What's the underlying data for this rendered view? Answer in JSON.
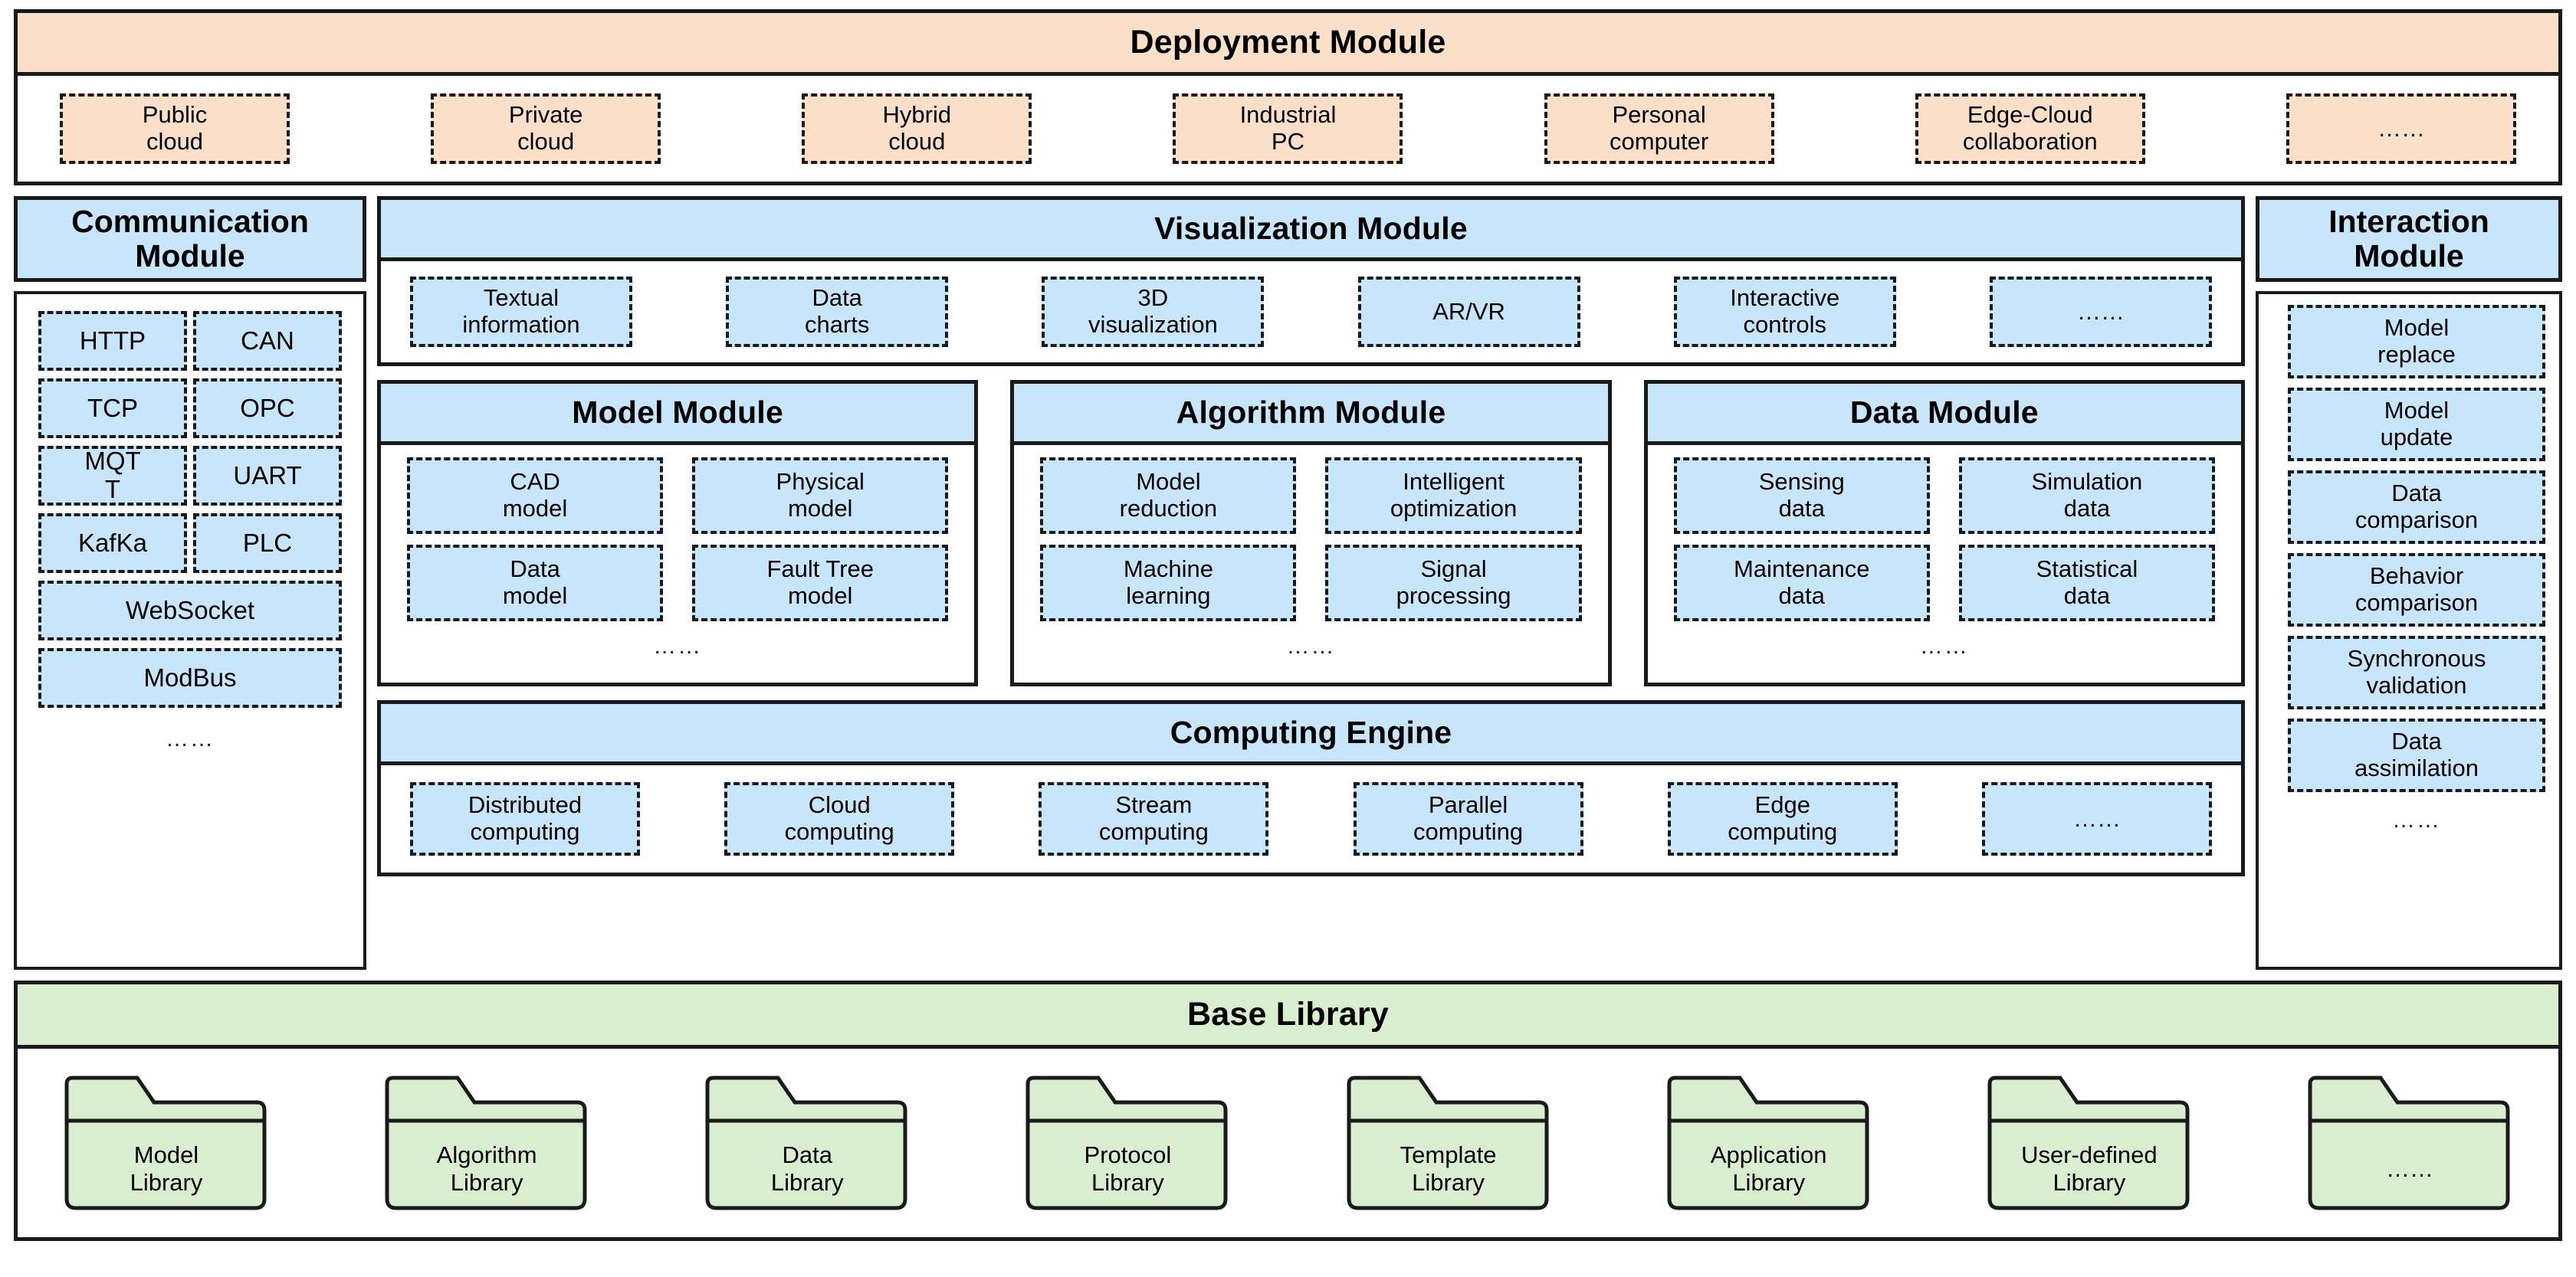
{
  "colors": {
    "peach": "#FBDFC9",
    "blue": "#C8E6FB",
    "green": "#D8EECF",
    "stroke": "#1a1a1a"
  },
  "deployment": {
    "title": "Deployment Module",
    "items": [
      "Public\ncloud",
      "Private\ncloud",
      "Hybrid\ncloud",
      "Industrial\nPC",
      "Personal\ncomputer",
      "Edge-Cloud\ncollaboration",
      "……"
    ]
  },
  "communication": {
    "title": "Communication\nModule",
    "items": [
      {
        "label": "HTTP",
        "full": false
      },
      {
        "label": "CAN",
        "full": false
      },
      {
        "label": "TCP",
        "full": false
      },
      {
        "label": "OPC",
        "full": false
      },
      {
        "label": "MQT\nT",
        "full": false
      },
      {
        "label": "UART",
        "full": false
      },
      {
        "label": "KafKa",
        "full": false
      },
      {
        "label": "PLC",
        "full": false
      },
      {
        "label": "WebSocket",
        "full": true
      },
      {
        "label": "ModBus",
        "full": true
      }
    ],
    "more": "……"
  },
  "visualization": {
    "title": "Visualization Module",
    "items": [
      "Textual\ninformation",
      "Data\ncharts",
      "3D\nvisualization",
      "AR/VR",
      "Interactive\ncontrols",
      "……"
    ]
  },
  "model_module": {
    "title": "Model Module",
    "items": [
      "CAD\nmodel",
      "Physical\nmodel",
      "Data\nmodel",
      "Fault Tree\nmodel"
    ],
    "more": "……"
  },
  "algorithm_module": {
    "title": "Algorithm Module",
    "items": [
      "Model\nreduction",
      "Intelligent\noptimization",
      "Machine\nlearning",
      "Signal\nprocessing"
    ],
    "more": "……"
  },
  "data_module": {
    "title": "Data Module",
    "items": [
      "Sensing\ndata",
      "Simulation\ndata",
      "Maintenance\ndata",
      "Statistical\ndata"
    ],
    "more": "……"
  },
  "computing_engine": {
    "title": "Computing Engine",
    "items": [
      "Distributed\ncomputing",
      "Cloud\ncomputing",
      "Stream\ncomputing",
      "Parallel\ncomputing",
      "Edge\ncomputing",
      "……"
    ]
  },
  "interaction": {
    "title": "Interaction\nModule",
    "items": [
      "Model\nreplace",
      "Model\nupdate",
      "Data\ncomparison",
      "Behavior\ncomparison",
      "Synchronous\nvalidation",
      "Data\nassimilation"
    ],
    "more": "……"
  },
  "base_library": {
    "title": "Base Library",
    "items": [
      "Model\nLibrary",
      "Algorithm\nLibrary",
      "Data\nLibrary",
      "Protocol\nLibrary",
      "Template\nLibrary",
      "Application\nLibrary",
      "User-defined\nLibrary",
      "……"
    ]
  }
}
